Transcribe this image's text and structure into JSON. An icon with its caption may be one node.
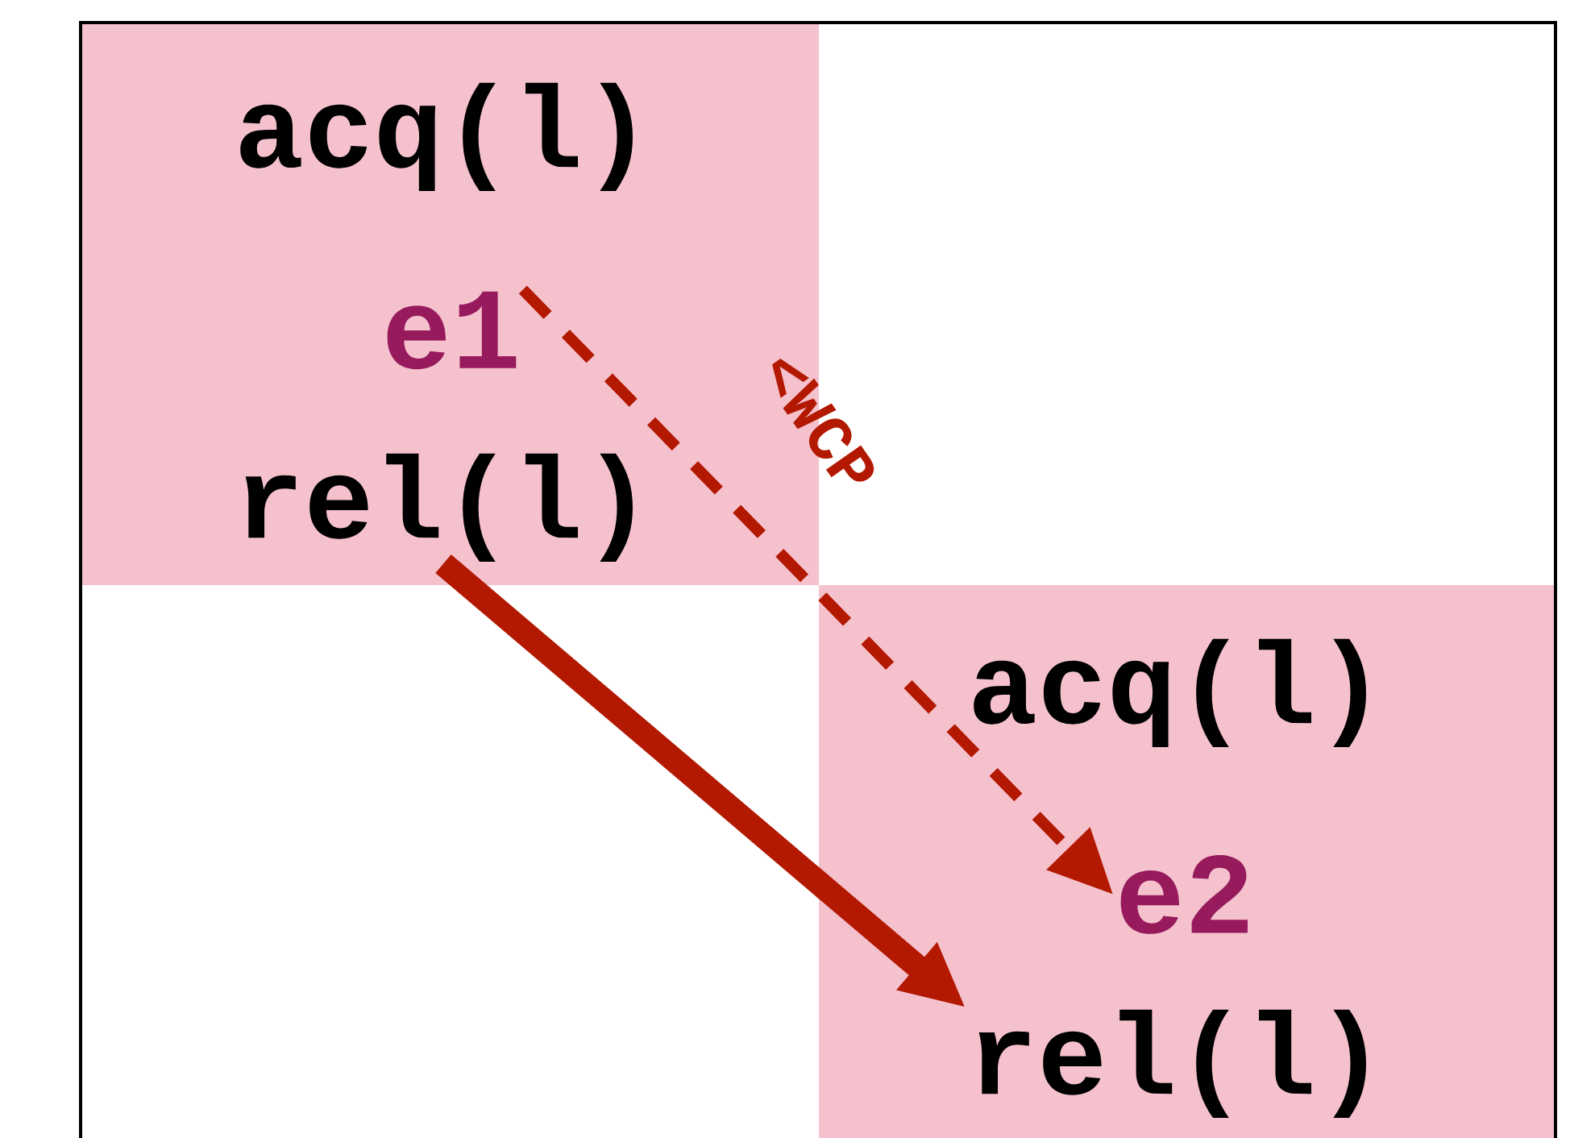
{
  "diagram": {
    "nodes": [
      {
        "text": [],
        "shape": "box"
      },
      {
        "text": [
          "acq(l)"
        ],
        "in": 0
      },
      {
        "text": [
          "e1"
        ],
        "in": 0
      },
      {
        "text": [
          "rel(l)"
        ],
        "in": 0
      },
      {
        "text": [],
        "shape": "box"
      },
      {
        "text": [
          "acq(l)"
        ],
        "in": 4
      },
      {
        "text": [
          "e2"
        ],
        "in": 4
      },
      {
        "text": [
          "rel(l)"
        ],
        "in": 4
      }
    ],
    "edges": [
      {
        "from": 2,
        "to": 6,
        "arrow": "to",
        "style": "dashed",
        "label": "<WCP"
      },
      {
        "from": 3,
        "to": 7,
        "arrow": "to",
        "style": "thick"
      }
    ]
  }
}
